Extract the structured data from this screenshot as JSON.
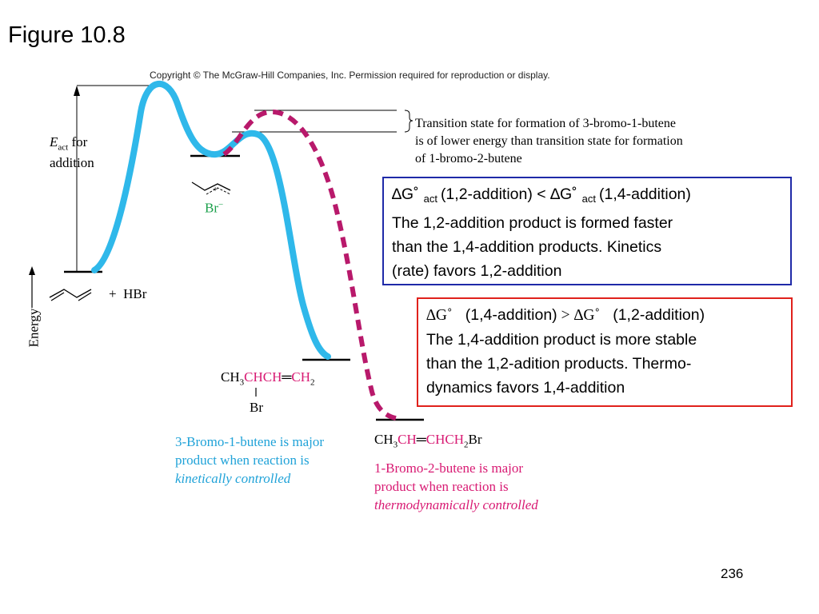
{
  "slide": {
    "title": "Figure 10.8",
    "copyright": "Copyright © The McGraw-Hill Companies, Inc. Permission required for reproduction or display.",
    "page_number": "236"
  },
  "diagram": {
    "y_axis_label": "Energy",
    "eact_symbol": "E",
    "eact_subscript": "act",
    "eact_rest_1": " for",
    "eact_rest_2": "addition",
    "reactants_plus": "+",
    "reactant_hbr": "HBr",
    "intermediate_ion": "Br",
    "intermediate_ion_charge": "−",
    "cation_charge": "+",
    "transition_note": [
      "Transition state for formation of 3-bromo-1-butene",
      "is of lower energy than transition state for formation",
      "of 1-bromo-2-butene"
    ],
    "product_12": {
      "formula_parts": [
        "CH",
        "3",
        "CHCH",
        "═",
        "CH",
        "2"
      ],
      "branch": "Br",
      "caption": [
        "3-Bromo-1-butene is major",
        "product when reaction is",
        "kinetically controlled"
      ]
    },
    "product_14": {
      "formula_parts": [
        "CH",
        "3",
        "CH",
        "═",
        "CHCH",
        "2",
        "Br"
      ],
      "caption": [
        "1-Bromo-2-butene is major",
        "product when reaction is",
        "thermodynamically controlled"
      ]
    },
    "colors": {
      "kinetic_curve": "#2fb8ea",
      "thermo_curve": "#b8196b",
      "kinetic_text": "#1fa2d8",
      "thermo_text": "#d81a73",
      "blue_box": "#1f2aa8",
      "red_box": "#e0211c"
    }
  },
  "kinetic_box": {
    "delta_g": "∆G˚",
    "act": "act",
    "left_paren": "(1,2-addition) < ",
    "right_paren": "(1,4-addition)",
    "lines": [
      "The 1,2-addition product is formed faster",
      "than the 1,4-addition products. Kinetics",
      "(rate) favors 1,2-addition"
    ]
  },
  "thermo_box": {
    "delta_g": "∆G˚",
    "left_paren": "(1,4-addition)",
    "greater": " > ",
    "right_paren": "(1,2-addition)",
    "lines": [
      "The 1,4-addition product is more stable",
      "than the 1,2-adition products. Thermo-",
      "dynamics favors 1,4-addition"
    ]
  }
}
